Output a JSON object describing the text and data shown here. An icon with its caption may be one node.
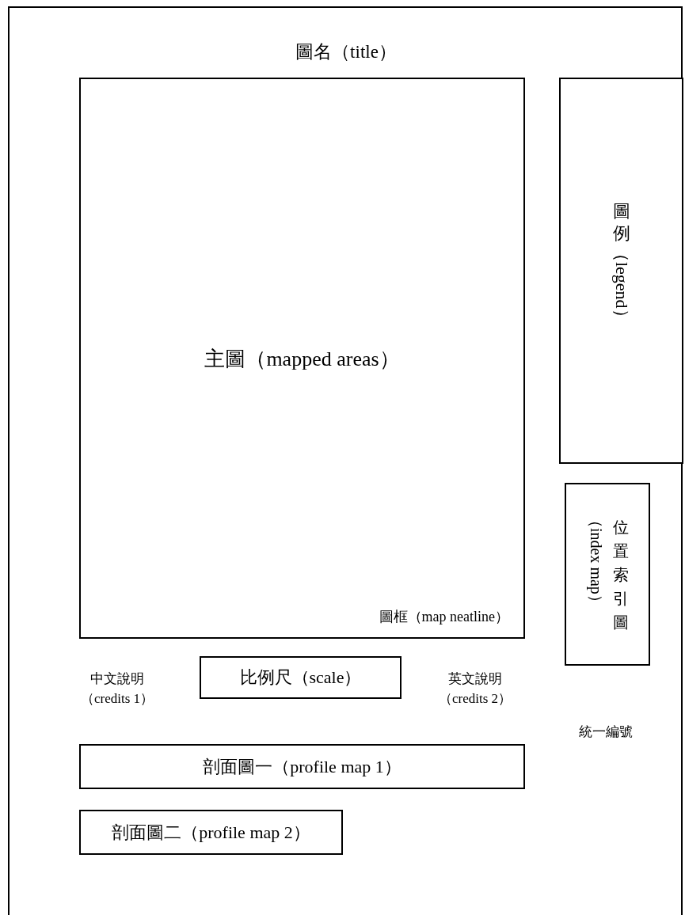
{
  "diagram": {
    "title": "圖名（title）",
    "nodes": [
      {
        "text": [
          "主圖（mapped areas）",
          "圖框（map neatline）"
        ]
      },
      {
        "text": [
          "圖例（legend）"
        ]
      },
      {
        "text": [
          "位置索引圖（index map）"
        ]
      },
      {
        "text": [
          "比例尺（scale）"
        ]
      },
      {
        "text": [
          "剖面圖一（profile map 1）"
        ]
      },
      {
        "text": [
          "剖面圖二（profile map 2）"
        ]
      }
    ],
    "labels": [
      "中文說明",
      "（credits 1）",
      "英文說明",
      "（credits 2）",
      "統一編號"
    ]
  }
}
